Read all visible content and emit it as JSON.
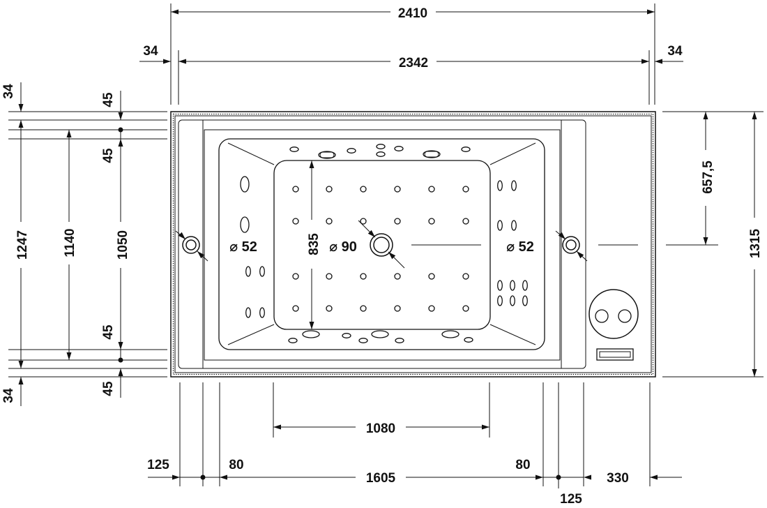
{
  "colors": {
    "line": "#111111",
    "background": "#ffffff"
  },
  "labels": {
    "overall_width": "2410",
    "inner_width": "2342",
    "rim_left": "34",
    "rim_right": "34",
    "rim_top": "34",
    "rim_bottom": "34",
    "offset_top_upper": "45",
    "offset_top_lower": "45",
    "offset_bottom_upper": "45",
    "offset_bottom_lower": "45",
    "height_outer": "1247",
    "height_mid": "1140",
    "height_inner": "1050",
    "basin_depth": "835",
    "drain_diameter": "⌀ 90",
    "overflow_left_diameter": "⌀ 52",
    "overflow_right_diameter": "⌀ 52",
    "half_height": "657,5",
    "overall_height": "1315",
    "basin_width": "1080",
    "left_panel": "125",
    "left_gap": "80",
    "interior_length": "1605",
    "right_gap": "80",
    "right_panel_small": "125",
    "right_panel_large": "330"
  }
}
